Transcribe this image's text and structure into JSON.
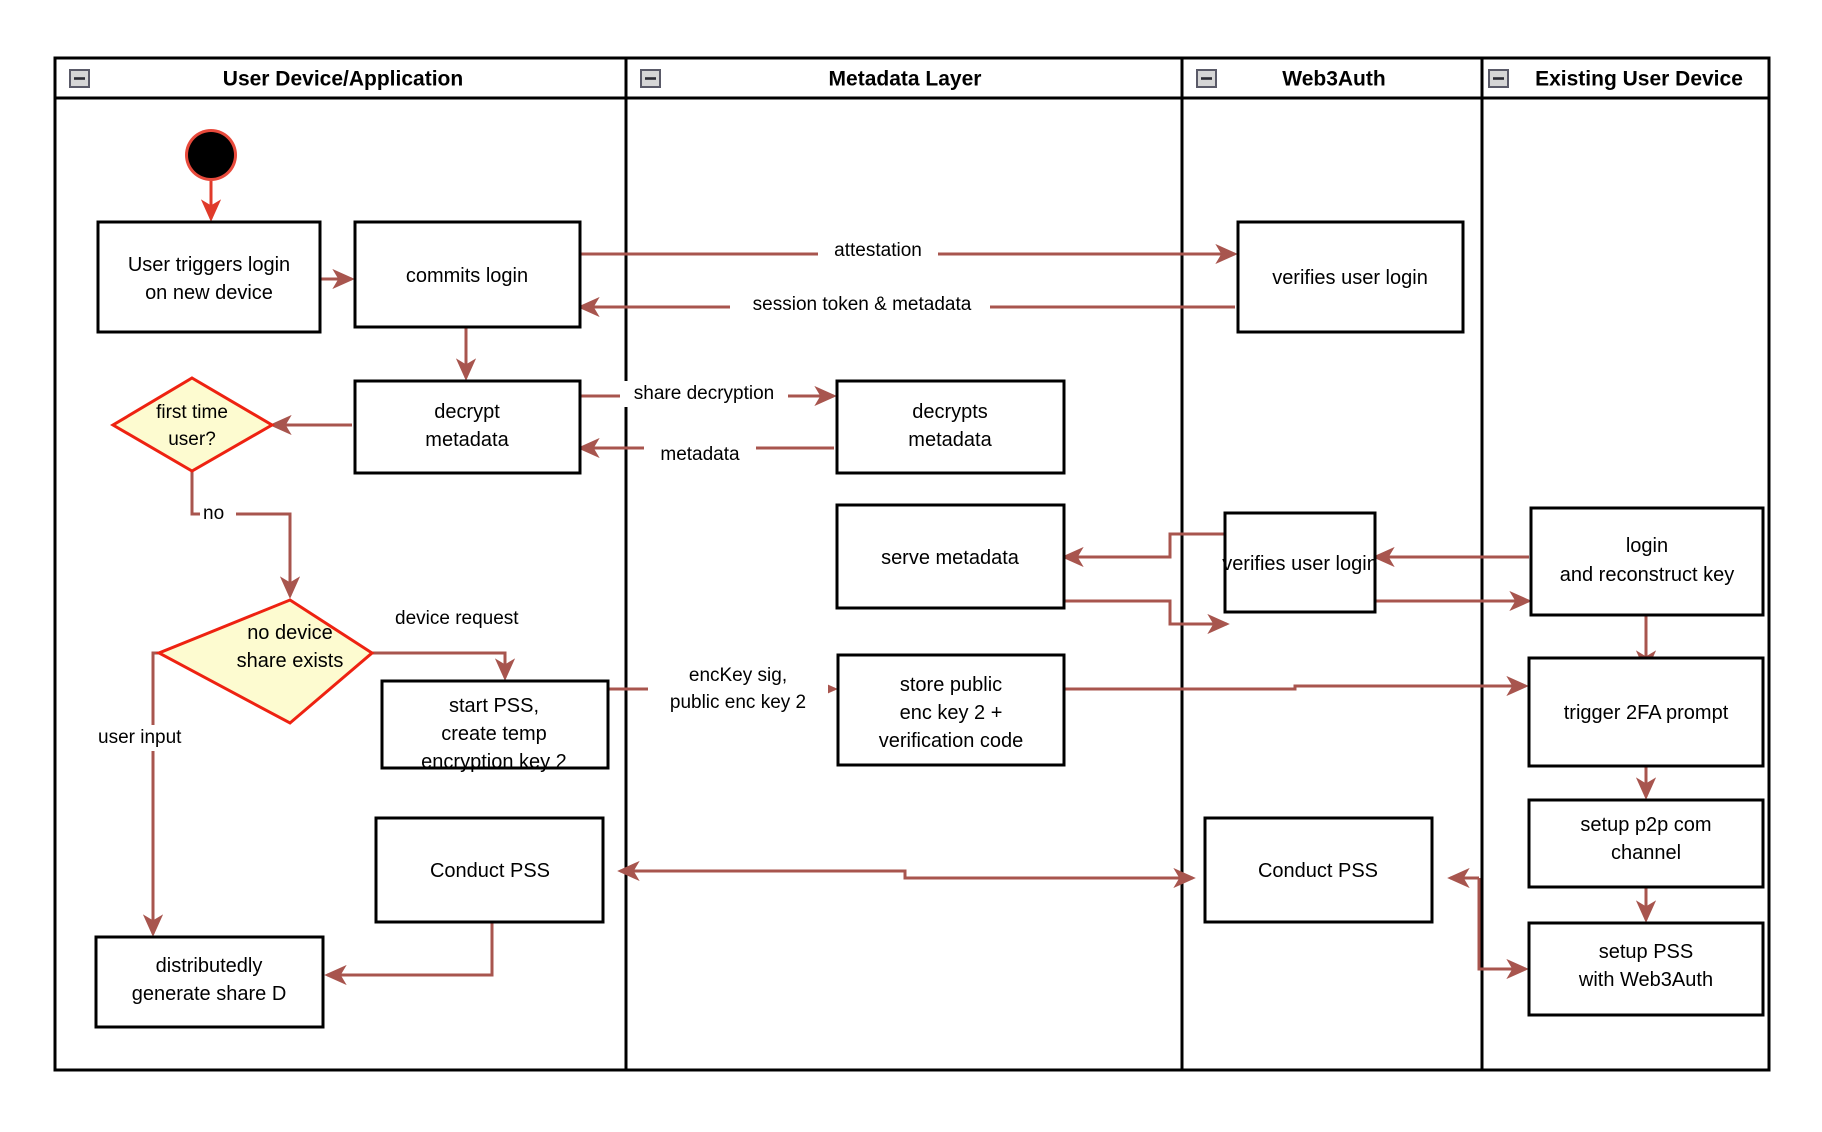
{
  "diagram": {
    "type": "swimlane-activity-flowchart",
    "lanes": [
      {
        "id": "user-device",
        "title": "User Device/Application",
        "collapse_icon": "minus-icon"
      },
      {
        "id": "metadata-layer",
        "title": "Metadata Layer",
        "collapse_icon": "minus-icon"
      },
      {
        "id": "web3auth",
        "title": "Web3Auth",
        "collapse_icon": "minus-icon"
      },
      {
        "id": "existing-device",
        "title": "Existing User Device",
        "collapse_icon": "minus-icon"
      }
    ],
    "nodes": [
      {
        "id": "start",
        "lane": "user-device",
        "shape": "start-circle",
        "label": ""
      },
      {
        "id": "user-triggers-login",
        "lane": "user-device",
        "shape": "rect",
        "lines": [
          "User triggers login",
          "on new device"
        ]
      },
      {
        "id": "commits-login",
        "lane": "user-device",
        "shape": "rect",
        "lines": [
          "commits login"
        ]
      },
      {
        "id": "verifies-user-login-1",
        "lane": "web3auth",
        "shape": "rect",
        "lines": [
          "verifies user login"
        ]
      },
      {
        "id": "decrypt-metadata",
        "lane": "user-device",
        "shape": "rect",
        "lines": [
          "decrypt",
          "metadata"
        ]
      },
      {
        "id": "first-time-user",
        "lane": "user-device",
        "shape": "diamond",
        "lines": [
          "first time",
          "user?"
        ]
      },
      {
        "id": "decrypts-metadata",
        "lane": "metadata-layer",
        "shape": "rect",
        "lines": [
          "decrypts",
          "metadata"
        ]
      },
      {
        "id": "serve-metadata",
        "lane": "metadata-layer",
        "shape": "rect",
        "lines": [
          "serve metadata"
        ]
      },
      {
        "id": "verifies-user-login-2",
        "lane": "web3auth",
        "shape": "rect",
        "lines": [
          "verifies user login"
        ]
      },
      {
        "id": "login-and-reconstruct-key",
        "lane": "existing-device",
        "shape": "rect",
        "lines": [
          "login",
          "and reconstruct key"
        ]
      },
      {
        "id": "no-device-share-exists",
        "lane": "user-device",
        "shape": "diamond",
        "lines": [
          "no device",
          "share exists"
        ]
      },
      {
        "id": "start-pss-create-temp-key",
        "lane": "user-device",
        "shape": "rect",
        "lines": [
          "start PSS,",
          "create temp",
          "encryption key 2"
        ]
      },
      {
        "id": "store-public-enc-key",
        "lane": "metadata-layer",
        "shape": "rect",
        "lines": [
          "store public",
          "enc key 2 +",
          "verification code"
        ]
      },
      {
        "id": "trigger-2fa-prompt",
        "lane": "existing-device",
        "shape": "rect",
        "lines": [
          "trigger 2FA prompt"
        ]
      },
      {
        "id": "setup-p2p-com-channel",
        "lane": "existing-device",
        "shape": "rect",
        "lines": [
          "setup p2p com",
          "channel"
        ]
      },
      {
        "id": "conduct-pss-user",
        "lane": "user-device",
        "shape": "rect",
        "lines": [
          "Conduct PSS"
        ]
      },
      {
        "id": "conduct-pss-web3auth",
        "lane": "web3auth",
        "shape": "rect",
        "lines": [
          "Conduct PSS"
        ]
      },
      {
        "id": "setup-pss-with-web3auth",
        "lane": "existing-device",
        "shape": "rect",
        "lines": [
          "setup PSS",
          "with Web3Auth"
        ]
      },
      {
        "id": "distributedly-generate-share-d",
        "lane": "user-device",
        "shape": "rect",
        "lines": [
          "distributedly",
          "generate share D"
        ]
      }
    ],
    "edge_labels": [
      {
        "id": "attestation",
        "text": "attestation"
      },
      {
        "id": "session-token-metadata",
        "text": "session token & metadata"
      },
      {
        "id": "share-decryption",
        "text": "share decryption"
      },
      {
        "id": "metadata",
        "text": "metadata"
      },
      {
        "id": "no",
        "text": "no"
      },
      {
        "id": "device-request",
        "text": "device request"
      },
      {
        "id": "user-input",
        "text": "user input"
      },
      {
        "id": "enckey-sig",
        "text": "encKey sig,"
      },
      {
        "id": "public-enc-key-2",
        "text": "public enc key 2"
      }
    ],
    "colors": {
      "flow_arrow": "#a8554e",
      "decision_fill": "#fdfbd0",
      "decision_stroke": "#ee2211",
      "node_stroke": "#000000",
      "node_fill": "#ffffff",
      "start_ring": "#e84a3c",
      "start_fill": "#000000",
      "lane_stroke": "#000000",
      "text": "#000000"
    }
  }
}
